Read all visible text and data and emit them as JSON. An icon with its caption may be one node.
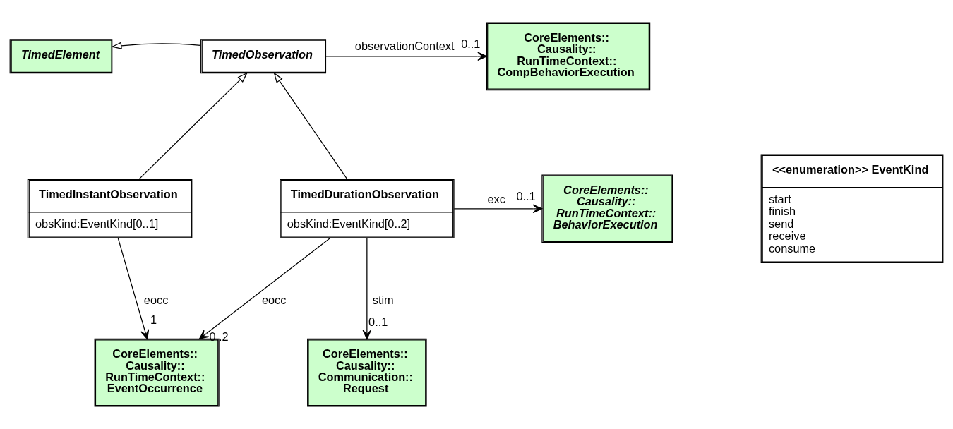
{
  "diagram": {
    "nodes": [
      {
        "text": [
          "TimedElement"
        ]
      },
      {
        "text": [
          "TimedObservation"
        ]
      },
      {
        "text": [
          "CoreElements:: Causality:: RunTimeContext:: CompBehaviorExecution"
        ]
      },
      {
        "text": [
          "TimedInstantObservation",
          "obsKind:EventKind[0..1]"
        ]
      },
      {
        "text": [
          "TimedDurationObservation",
          "obsKind:EventKind[0..2]"
        ]
      },
      {
        "text": [
          "CoreElements:: Causality:: RunTimeContext:: BehaviorExecution"
        ]
      },
      {
        "text": [
          "<<enumeration>> EventKind",
          "start",
          "finish",
          "send",
          "receive",
          "consume"
        ]
      },
      {
        "text": [
          "CoreElements:: Causality:: RunTimeContext:: EventOccurrence"
        ]
      },
      {
        "text": [
          "CoreElements:: Causality:: Communication:: Request"
        ]
      }
    ],
    "edges": [
      {
        "from": 1,
        "to": 0,
        "arrow": "to"
      },
      {
        "from": 1,
        "to": 2,
        "arrow": "to",
        "label": "observationContext"
      },
      {
        "from": 3,
        "to": 1,
        "arrow": "to"
      },
      {
        "from": 4,
        "to": 1,
        "arrow": "to"
      },
      {
        "from": 4,
        "to": 5,
        "arrow": "to",
        "label": "exc"
      },
      {
        "from": 3,
        "to": 7,
        "arrow": "to",
        "label": "eocc"
      },
      {
        "from": 4,
        "to": 7,
        "arrow": "to",
        "label": "eocc"
      },
      {
        "from": 4,
        "to": 8,
        "arrow": "to",
        "label": "stim"
      }
    ],
    "labels": [
      "0..1",
      "0..1",
      "1",
      "0..2",
      "0..1"
    ]
  }
}
